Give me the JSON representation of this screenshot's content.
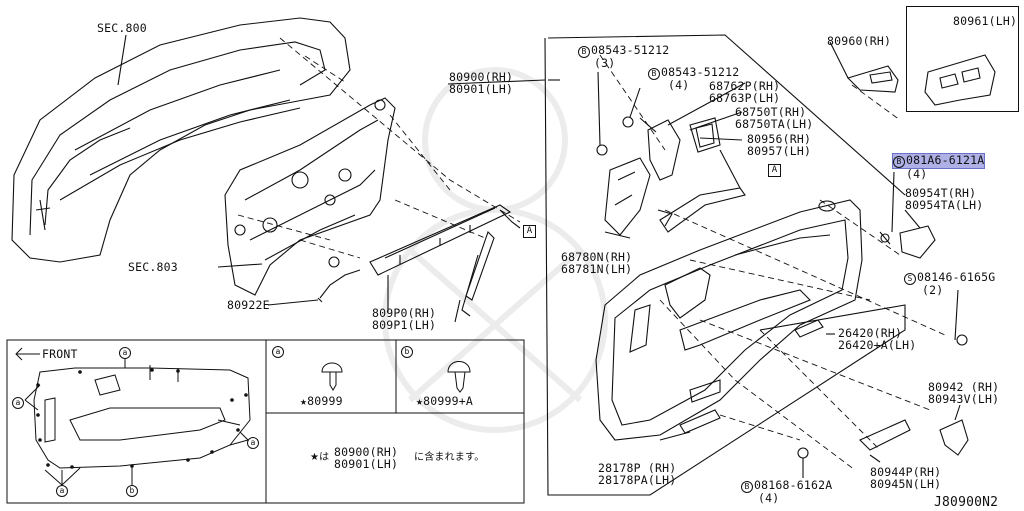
{
  "diagram_code": "J80900N2",
  "labels": {
    "sec800": "SEC.800",
    "sec803": "SEC.803",
    "p80900": "80900(RH)\n80901(LH)",
    "p80922e": "80922E",
    "p809p0": "809P0(RH)\n809P1(LH)",
    "p68780": "68780N(RH)\n68781N(LH)",
    "bolt1_code": "08543-51212",
    "bolt1_qty": "(3)",
    "bolt2_code": "08543-51212",
    "bolt2_qty": "(4)",
    "p68762": "68762P(RH)\n68763P(LH)",
    "p68750": "68750T(RH)\n68750TA(LH)",
    "p80956": "80956(RH)\n80957(LH)",
    "p80960": "80960(RH)",
    "p80961": "80961(LH)",
    "bolt3_code": "081A6-6121A",
    "bolt3_qty": "(4)",
    "p80954": "80954T(RH)\n80954TA(LH)",
    "screw_code": "08146-6165G",
    "screw_qty": "(2)",
    "p26420": "26420(RH)\n26420+A(LH)",
    "p80942": "80942 (RH)\n80943V(LH)",
    "p28178": "28178P (RH)\n28178PA(LH)",
    "bolt4_code": "08168-6162A",
    "bolt4_qty": "(4)",
    "p80944": "80944P(RH)\n80945N(LH)",
    "ref_a": "A",
    "circle_b": "B",
    "circle_s": "S"
  },
  "inset": {
    "front_label": "FRONT",
    "callout_a": "a",
    "callout_b": "b",
    "clip_a_part": "★80999",
    "clip_b_part": "★80999+A",
    "note_prefix": "★は",
    "note_parts": "80900(RH)\n80901(LH)",
    "note_suffix": "に含まれます。"
  }
}
